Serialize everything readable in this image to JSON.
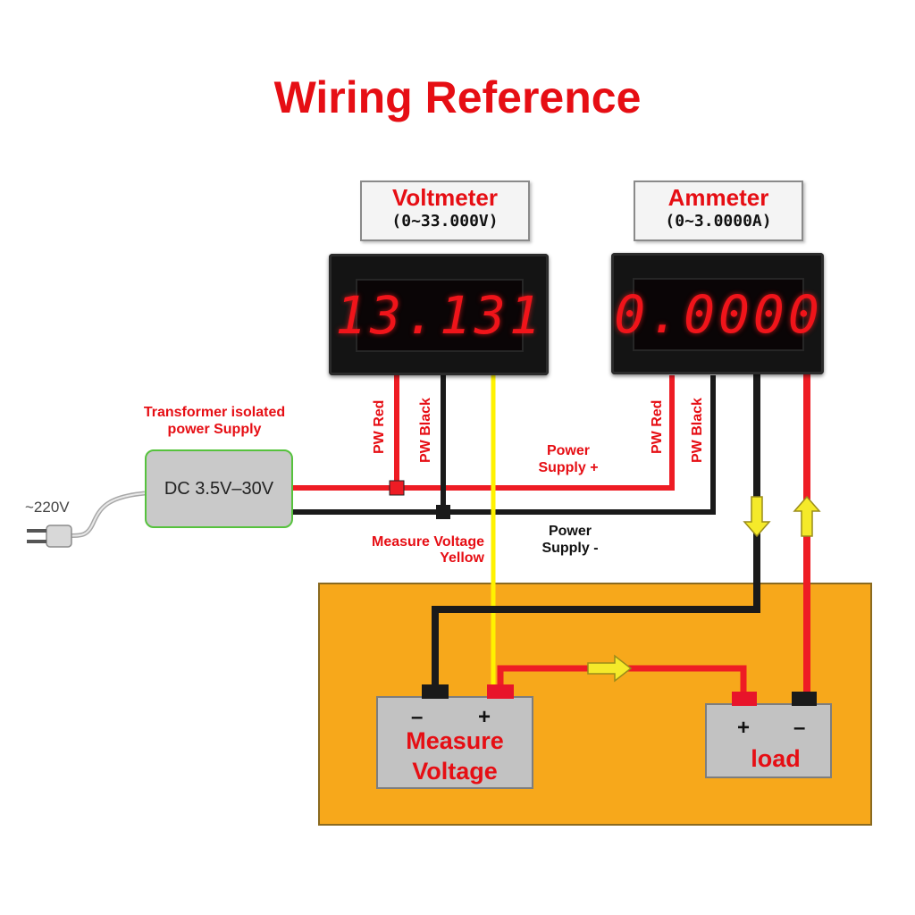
{
  "title": "Wiring Reference",
  "voltmeter": {
    "name": "Voltmeter",
    "range": "(0~33.000V)",
    "reading": "13.131"
  },
  "ammeter": {
    "name": "Ammeter",
    "range": "(0~3.0000A)",
    "reading": "0.0000"
  },
  "labels": {
    "pw_red": "PW Red",
    "pw_black": "PW Black",
    "transformer_line1": "Transformer isolated",
    "transformer_line2": "power Supply",
    "psu": "DC 3.5V–30V",
    "mains": "~220V",
    "power_plus_line1": "Power",
    "power_plus_line2": "Supply +",
    "power_minus_line1": "Power",
    "power_minus_line2": "Supply -",
    "measure_line1": "Measure Voltage",
    "measure_line2": "Yellow"
  },
  "source": {
    "minus": "–",
    "plus": "+",
    "line1": "Measure",
    "line2": "Voltage"
  },
  "load": {
    "plus": "+",
    "minus": "–",
    "label": "load"
  },
  "colors": {
    "red_wire": "#ee1c24",
    "black_wire": "#1a1a1a",
    "yellow_wire": "#fff200",
    "board": "#f7a81b",
    "title": "#e60e14"
  }
}
